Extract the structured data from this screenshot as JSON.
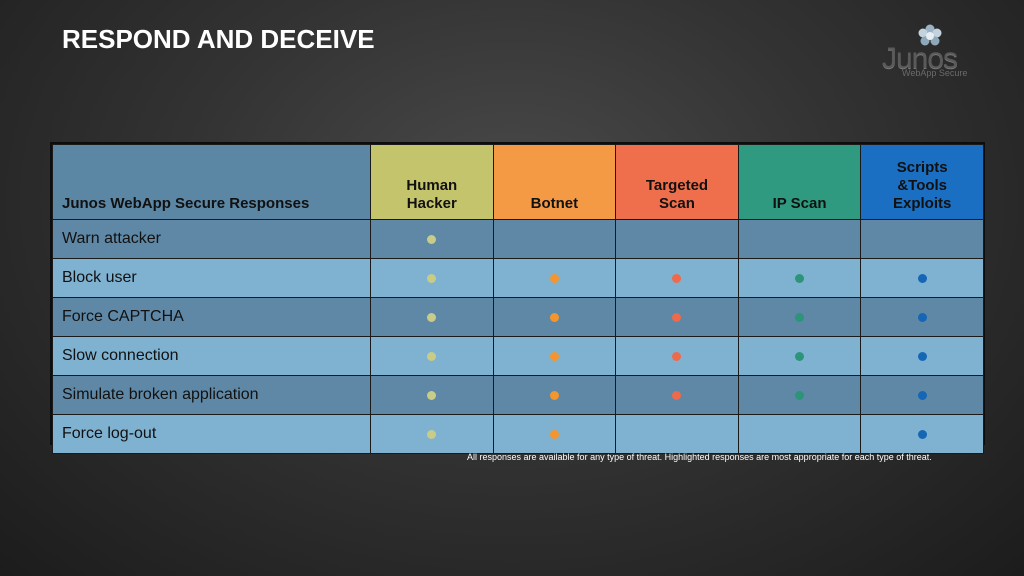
{
  "slide": {
    "title": "RESPOND AND DECEIVE",
    "footnote": "All responses are available for any type of threat. Highlighted responses are most appropriate for each type of threat."
  },
  "logo": {
    "word": "Junos",
    "sub": "WebApp Secure",
    "icon": "flower-logo-icon"
  },
  "table": {
    "header_label": "Junos WebApp Secure Responses",
    "columns": [
      {
        "lines": [
          "Human",
          "Hacker"
        ],
        "color": "#c4c46c",
        "dot": "#c9cc88"
      },
      {
        "lines": [
          "",
          "Botnet"
        ],
        "color": "#f49a45",
        "dot": "#f4952e"
      },
      {
        "lines": [
          "Targeted",
          "Scan"
        ],
        "color": "#ef6f4c",
        "dot": "#ee6a4a"
      },
      {
        "lines": [
          "",
          "IP Scan"
        ],
        "color": "#2f9a80",
        "dot": "#2b9479"
      },
      {
        "lines": [
          "Scripts",
          "&Tools",
          "Exploits"
        ],
        "color": "#1a6fc2",
        "dot": "#1566b5"
      }
    ],
    "rows": [
      {
        "label": "Warn attacker",
        "marks": [
          true,
          false,
          false,
          false,
          false
        ]
      },
      {
        "label": "Block user",
        "marks": [
          true,
          true,
          true,
          true,
          true
        ]
      },
      {
        "label": "Force CAPTCHA",
        "marks": [
          true,
          true,
          true,
          true,
          true
        ]
      },
      {
        "label": "Slow connection",
        "marks": [
          true,
          true,
          true,
          true,
          true
        ]
      },
      {
        "label": "Simulate broken application",
        "marks": [
          true,
          true,
          true,
          true,
          true
        ]
      },
      {
        "label": "Force log-out",
        "marks": [
          true,
          true,
          false,
          false,
          true
        ]
      }
    ]
  }
}
